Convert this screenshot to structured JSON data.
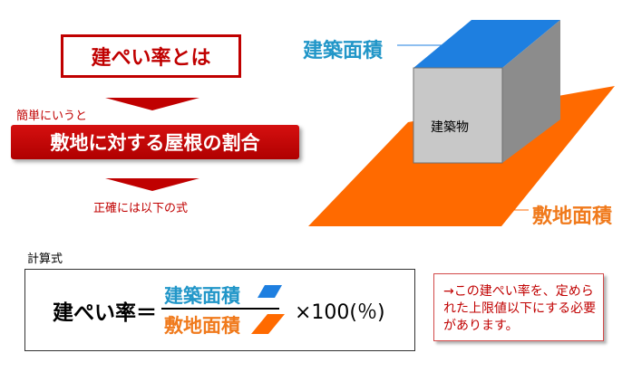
{
  "title": "建ぺい率とは",
  "simply_label": "簡単にいうと",
  "definition": "敷地に対する屋根の割合",
  "formula_caption": "正確には以下の式",
  "labels": {
    "building_area": "建築面積",
    "site_area": "敷地面積",
    "building": "建築物"
  },
  "formula": {
    "section_label": "計算式",
    "lhs": "建ぺい率＝",
    "numerator": "建築面積",
    "denominator": "敷地面積",
    "multiplier": "×100(％)"
  },
  "note": "→この建ぺい率を、定められた上限値以下にする必要があります。",
  "colors": {
    "red": "#c00000",
    "blue": "#2196c8",
    "orange": "#f07a1c",
    "site_orange": "#ff6a00",
    "roof_blue": "#1e7fe0"
  }
}
